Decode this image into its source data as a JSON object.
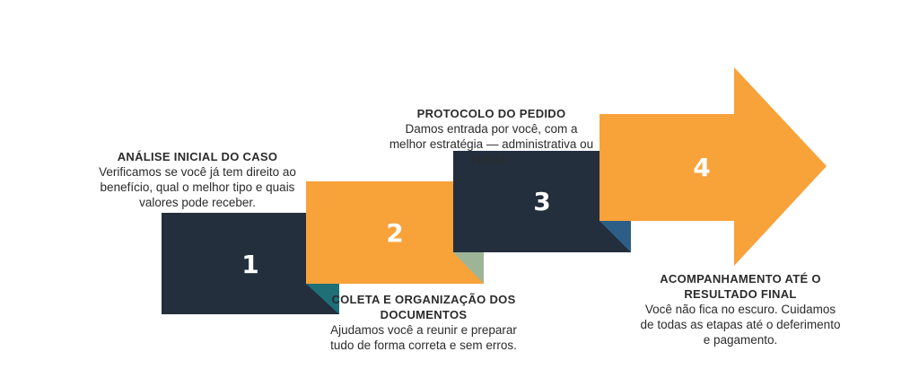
{
  "colors": {
    "navy": "#232f3d",
    "orange": "#f8a23a",
    "teal_fold": "#1f6f77",
    "sage_fold": "#9db596",
    "blue_fold": "#2d5f86",
    "text": "#2b2b2b"
  },
  "steps": [
    {
      "number": "1",
      "title": "ANÁLISE INICIAL DO CASO",
      "description": "Verificamos se você já tem direito ao benefício, qual o melhor tipo e quais valores pode receber."
    },
    {
      "number": "2",
      "title": "COLETA E ORGANIZAÇÃO DOS DOCUMENTOS",
      "description": "Ajudamos você a reunir e preparar tudo de forma correta e sem erros."
    },
    {
      "number": "3",
      "title": "PROTOCOLO DO PEDIDO",
      "description": "Damos entrada por você, com a melhor estratégia — administrativa ou judicial."
    },
    {
      "number": "4",
      "title": "ACOMPANHAMENTO ATÉ O RESULTADO FINAL",
      "description": "Você não fica no escuro. Cuidamos de todas as etapas até o deferimento e pagamento."
    }
  ]
}
